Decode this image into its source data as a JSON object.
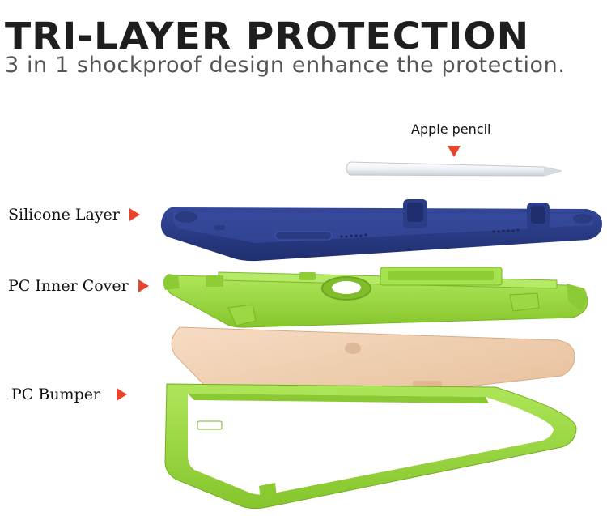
{
  "header": {
    "title": "TRI-LAYER PROTECTION",
    "subtitle": "3 in 1 shockproof design enhance the protection."
  },
  "callouts": {
    "pencil": "Apple pencil",
    "silicone": "Silicone Layer",
    "inner_cover": "PC Inner Cover",
    "bumper": "PC Bumper"
  },
  "colors": {
    "silicone_layer": "#283a84",
    "inner_cover": "#9ad93a",
    "tablet": "#eecaa9",
    "arrow": "#e8442c"
  },
  "icons": {
    "callout_arrow": "red-triangle-arrow"
  }
}
